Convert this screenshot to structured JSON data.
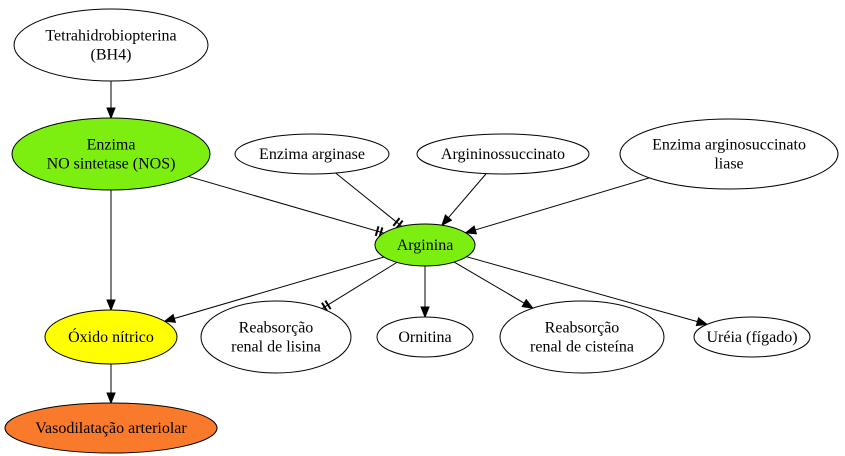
{
  "diagram": {
    "nodes": {
      "bh4": {
        "lines": [
          "Tetrahidrobiopterina",
          "(BH4)"
        ],
        "fill": "#ffffff"
      },
      "nos": {
        "lines": [
          "Enzima",
          "NO sintetase (NOS)"
        ],
        "fill": "#7cee10"
      },
      "arginase": {
        "lines": [
          "Enzima arginase"
        ],
        "fill": "#ffffff"
      },
      "argininosuccinato": {
        "lines": [
          "Argininossuccinato"
        ],
        "fill": "#ffffff"
      },
      "liase": {
        "lines": [
          "Enzima arginosuccinato",
          "liase"
        ],
        "fill": "#ffffff"
      },
      "arginina": {
        "lines": [
          "Arginina"
        ],
        "fill": "#7cee10"
      },
      "oxido": {
        "lines": [
          "Óxido nítrico"
        ],
        "fill": "#ffff00"
      },
      "lisina": {
        "lines": [
          "Reabsorção",
          "renal de lisina"
        ],
        "fill": "#ffffff"
      },
      "ornitina": {
        "lines": [
          "Ornitina"
        ],
        "fill": "#ffffff"
      },
      "cisteina": {
        "lines": [
          "Reabsorção",
          "renal de cisteína"
        ],
        "fill": "#ffffff"
      },
      "ureia": {
        "lines": [
          "Uréia (fígado)"
        ],
        "fill": "#ffffff"
      },
      "vaso": {
        "lines": [
          "Vasodilatação arteriolar"
        ],
        "fill": "#f97a2a"
      }
    },
    "edges": [
      {
        "from": "bh4",
        "to": "nos",
        "head": "arrow"
      },
      {
        "from": "nos",
        "to": "oxido",
        "head": "arrow"
      },
      {
        "from": "nos",
        "to": "arginina",
        "head": "tee"
      },
      {
        "from": "arginase",
        "to": "arginina",
        "head": "tee"
      },
      {
        "from": "argininosuccinato",
        "to": "arginina",
        "head": "arrow"
      },
      {
        "from": "liase",
        "to": "arginina",
        "head": "arrow"
      },
      {
        "from": "arginina",
        "to": "oxido",
        "head": "arrow"
      },
      {
        "from": "arginina",
        "to": "lisina",
        "head": "tee"
      },
      {
        "from": "arginina",
        "to": "ornitina",
        "head": "arrow"
      },
      {
        "from": "arginina",
        "to": "cisteina",
        "head": "arrow"
      },
      {
        "from": "arginina",
        "to": "ureia",
        "head": "arrow"
      },
      {
        "from": "oxido",
        "to": "vaso",
        "head": "arrow"
      }
    ]
  }
}
